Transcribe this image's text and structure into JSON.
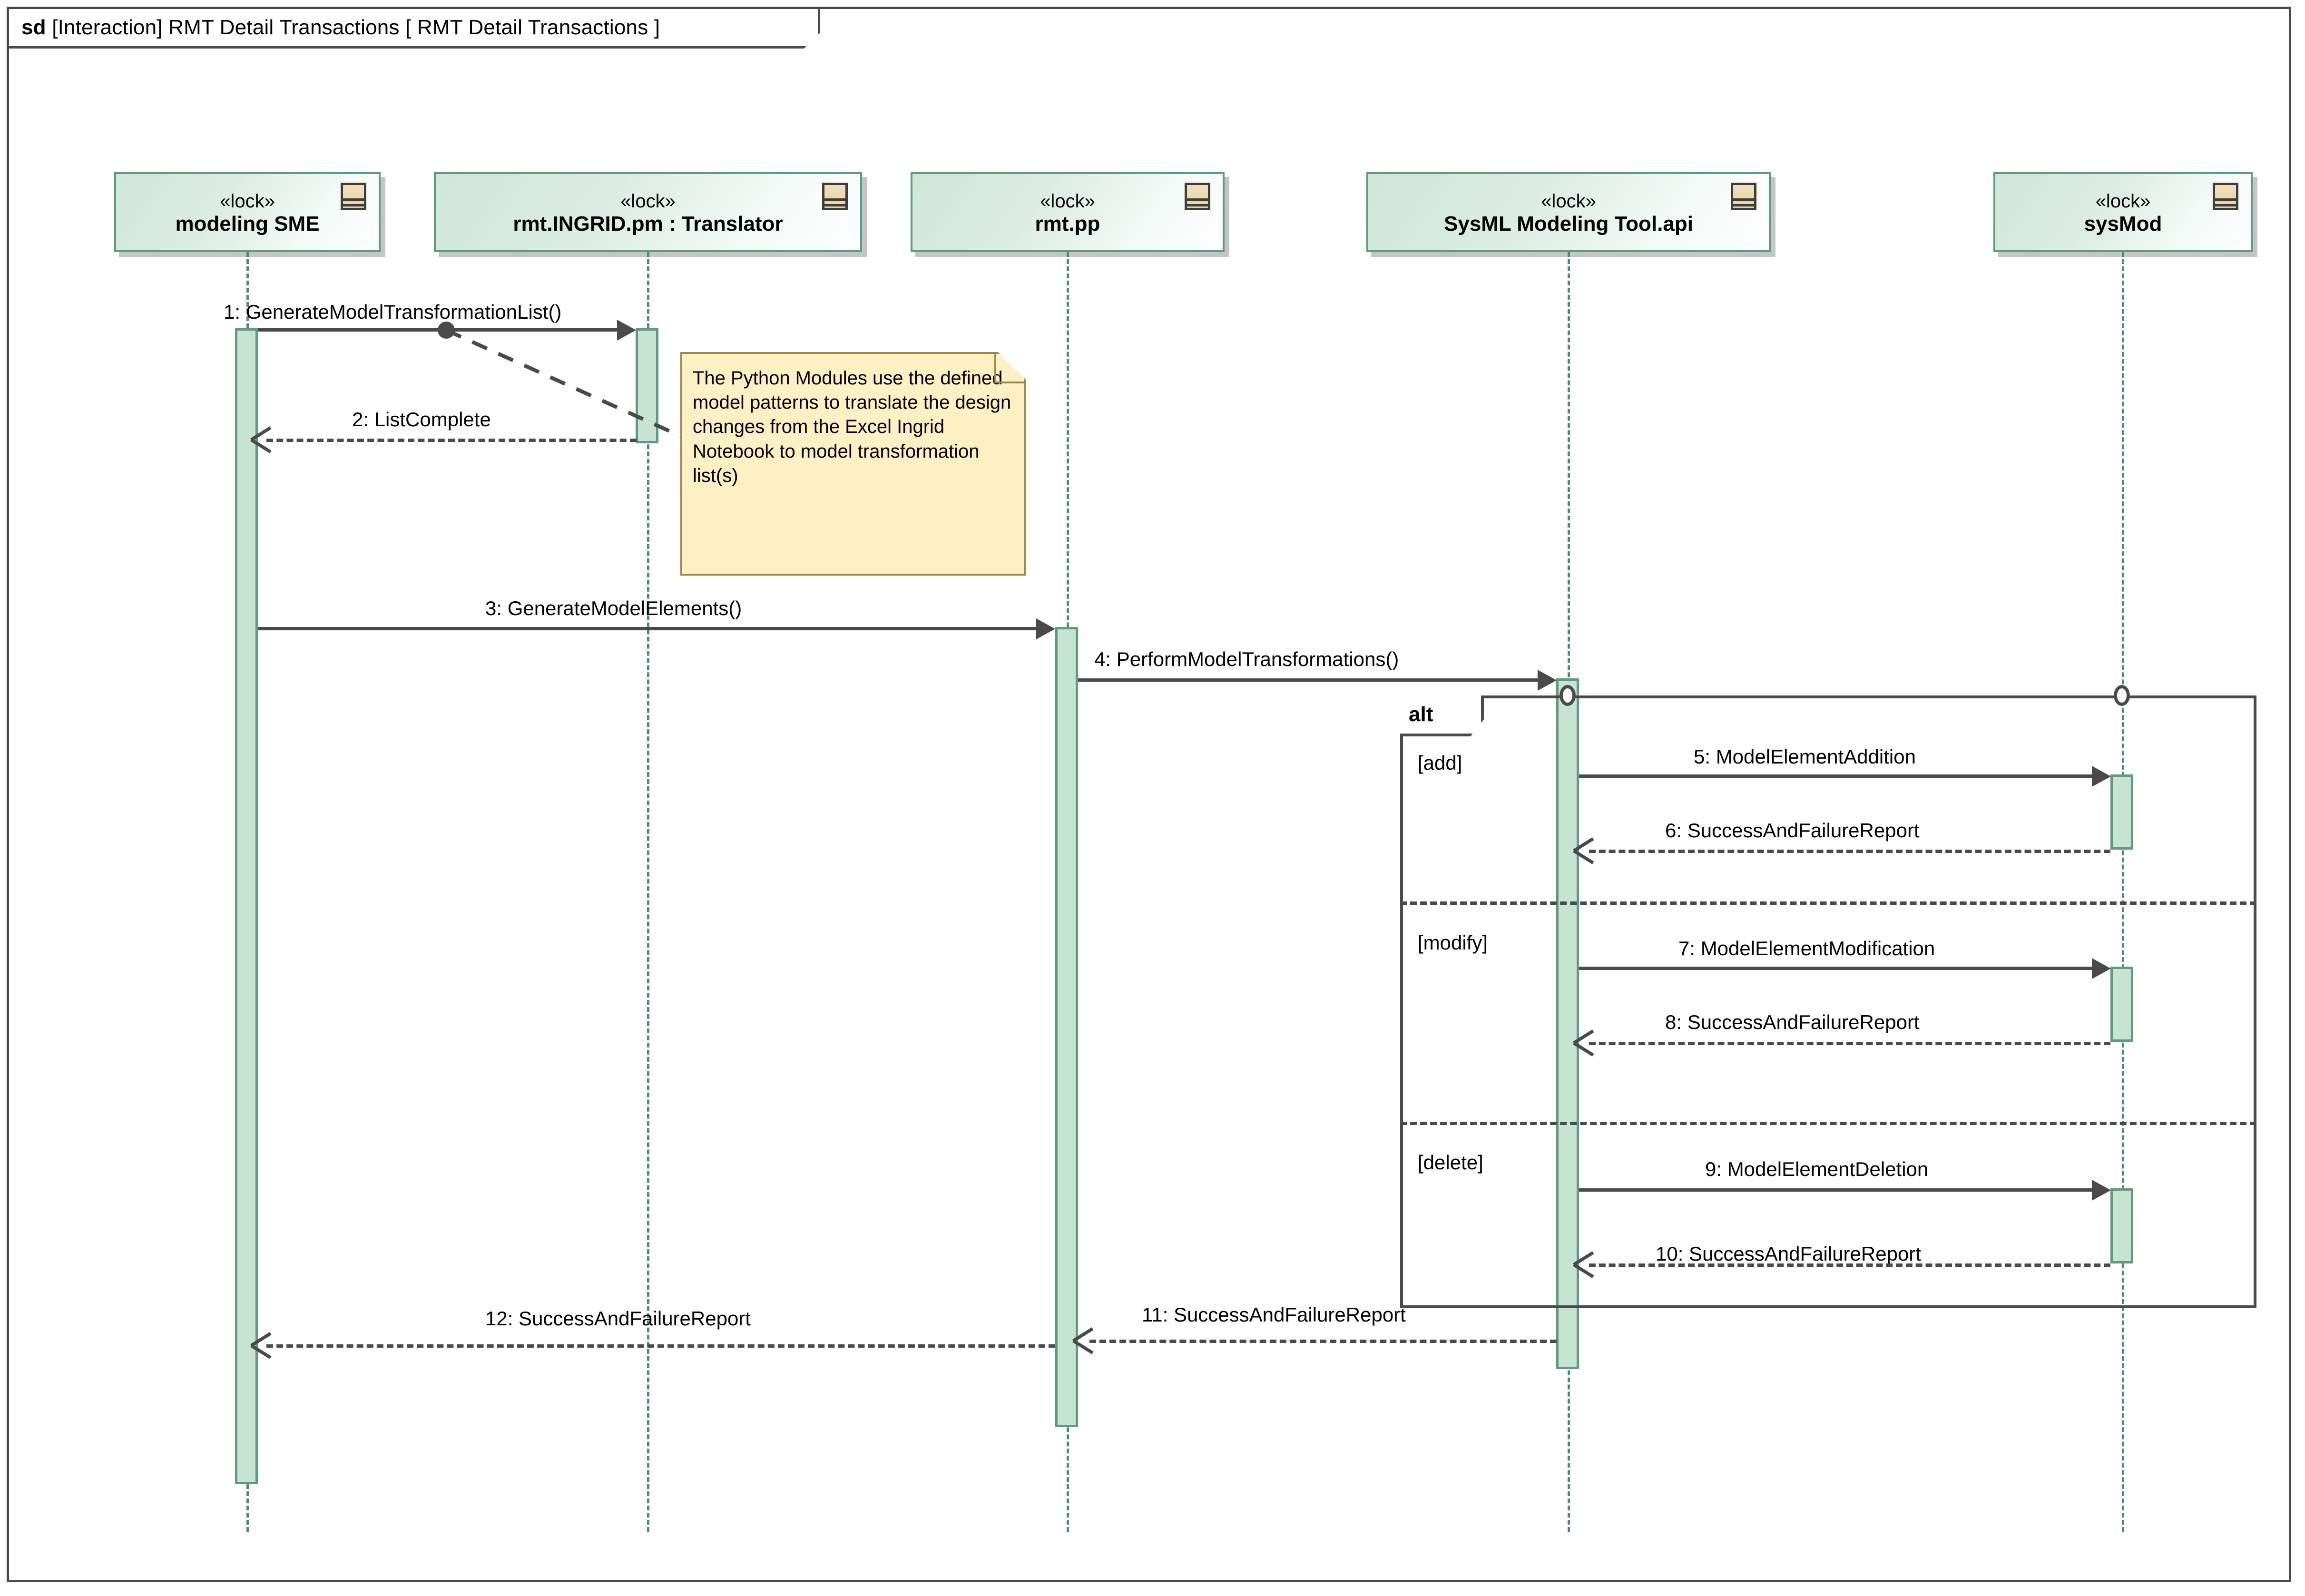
{
  "diagram": {
    "frame_kind": "sd",
    "frame_title": "[Interaction] RMT Detail Transactions [ RMT Detail Transactions ]",
    "type": "uml-sequence-diagram",
    "stereotype": "«lock»",
    "colors": {
      "lifeline_border": "#5f9b7e",
      "lifeline_fill": "#cfe7da",
      "activation_fill": "#c6e3d4",
      "note_fill": "#fdf0c4",
      "note_border": "#9a8a4e",
      "line": "#4a4a4a",
      "block_icon_fill": "#e4d2a6"
    }
  },
  "lifelines": [
    {
      "id": "sme",
      "stereotype": "«lock»",
      "name": "modeling SME",
      "icon": "block-icon"
    },
    {
      "id": "translator",
      "stereotype": "«lock»",
      "name": "rmt.INGRID.pm : Translator",
      "icon": "block-icon"
    },
    {
      "id": "rmtpp",
      "stereotype": "«lock»",
      "name": "rmt.pp",
      "icon": "block-icon"
    },
    {
      "id": "sysmlapi",
      "stereotype": "«lock»",
      "name": "SysML Modeling Tool.api",
      "icon": "block-icon"
    },
    {
      "id": "sysmod",
      "stereotype": "«lock»",
      "name": "sysMod",
      "icon": "block-icon"
    }
  ],
  "messages": [
    {
      "seq": "1",
      "label": "1: GenerateModelTransformationList()",
      "from": "sme",
      "to": "translator",
      "kind": "call"
    },
    {
      "seq": "2",
      "label": "2: ListComplete",
      "from": "translator",
      "to": "sme",
      "kind": "return"
    },
    {
      "seq": "3",
      "label": "3: GenerateModelElements()",
      "from": "sme",
      "to": "rmtpp",
      "kind": "call"
    },
    {
      "seq": "4",
      "label": "4: PerformModelTransformations()",
      "from": "rmtpp",
      "to": "sysmlapi",
      "kind": "call"
    },
    {
      "seq": "5",
      "label": "5: ModelElementAddition",
      "from": "sysmlapi",
      "to": "sysmod",
      "kind": "call"
    },
    {
      "seq": "6",
      "label": "6: SuccessAndFailureReport",
      "from": "sysmod",
      "to": "sysmlapi",
      "kind": "return"
    },
    {
      "seq": "7",
      "label": "7: ModelElementModification",
      "from": "sysmlapi",
      "to": "sysmod",
      "kind": "call"
    },
    {
      "seq": "8",
      "label": "8: SuccessAndFailureReport",
      "from": "sysmod",
      "to": "sysmlapi",
      "kind": "return"
    },
    {
      "seq": "9",
      "label": "9: ModelElementDeletion",
      "from": "sysmlapi",
      "to": "sysmod",
      "kind": "call"
    },
    {
      "seq": "10",
      "label": "10: SuccessAndFailureReport",
      "from": "sysmod",
      "to": "sysmlapi",
      "kind": "return"
    },
    {
      "seq": "11",
      "label": "11: SuccessAndFailureReport",
      "from": "sysmlapi",
      "to": "rmtpp",
      "kind": "return"
    },
    {
      "seq": "12",
      "label": "12: SuccessAndFailureReport",
      "from": "rmtpp",
      "to": "sme",
      "kind": "return"
    }
  ],
  "fragment": {
    "operator": "alt",
    "guards": [
      "[add]",
      "[modify]",
      "[delete]"
    ]
  },
  "note": {
    "text": "The Python Modules use the defined model patterns to translate the design changes from the Excel Ingrid Notebook to model transformation list(s)",
    "anchored_to": "1: GenerateModelTransformationList()"
  }
}
